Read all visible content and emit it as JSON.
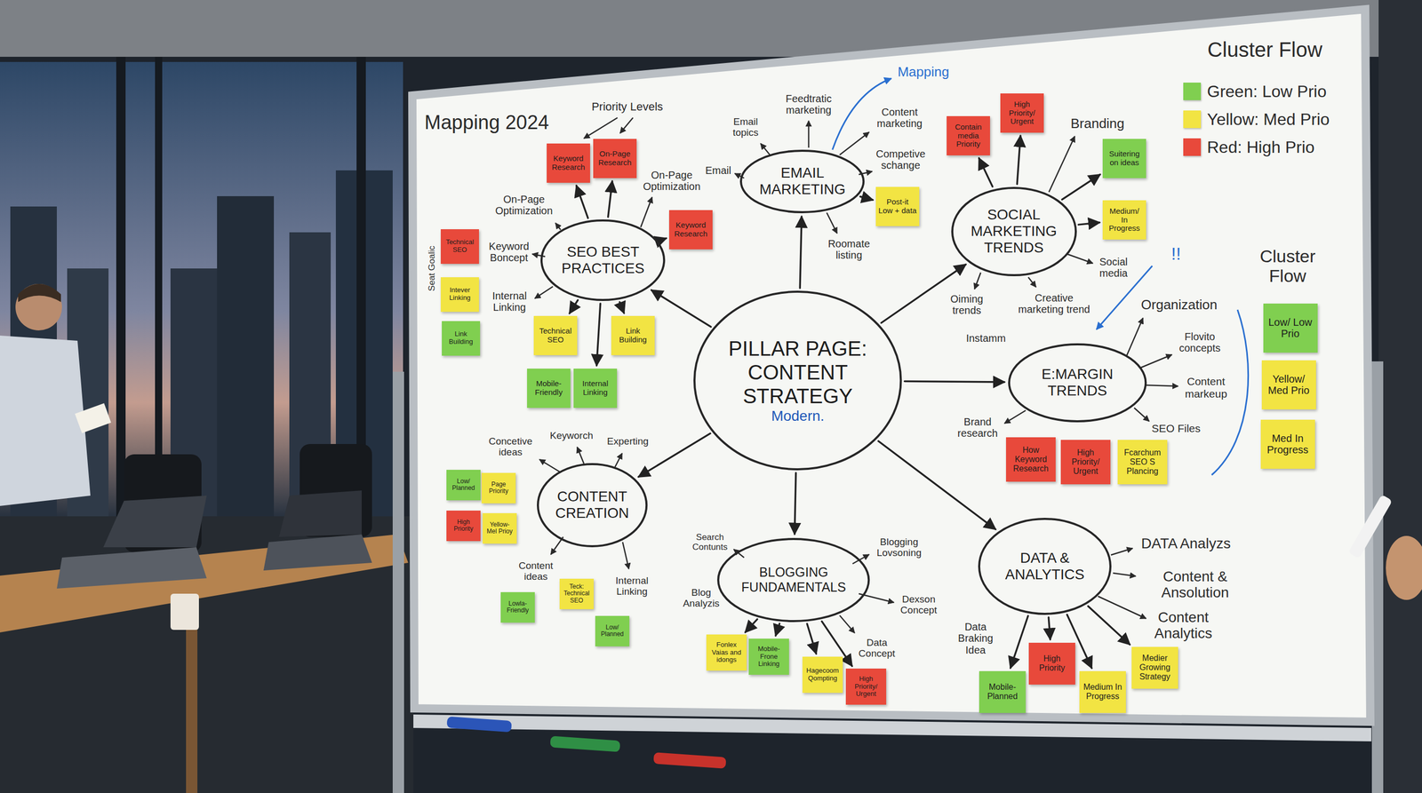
{
  "diagram": {
    "title": "Mapping 2024",
    "nodes": [
      {
        "text": [
          "PILLAR PAGE: CONTENT STRATEGY",
          "Modern."
        ]
      },
      {
        "text": [
          "SEO BEST PRACTICES"
        ]
      },
      {
        "text": [
          "EMAIL MARKETING"
        ]
      },
      {
        "text": [
          "SOCIAL MARKETING TRENDS"
        ]
      },
      {
        "text": [
          "E:MARGIN TRENDS"
        ]
      },
      {
        "text": [
          "CONTENT CREATION"
        ]
      },
      {
        "text": [
          "BLOGGING FUNDAMENTALS"
        ]
      },
      {
        "text": [
          "DATA & ANALYTICS"
        ]
      },
      {
        "text": [
          "Keyword Research"
        ]
      },
      {
        "text": [
          "On-Page Research"
        ]
      },
      {
        "text": [
          "Keyword Research"
        ]
      },
      {
        "text": [
          "Technical SEO"
        ]
      },
      {
        "text": [
          "Intever Linking"
        ]
      },
      {
        "text": [
          "Link Building"
        ]
      },
      {
        "text": [
          "Technical SEO"
        ]
      },
      {
        "text": [
          "Link Building"
        ]
      },
      {
        "text": [
          "Mobile-Friendly"
        ]
      },
      {
        "text": [
          "Internal Linking"
        ]
      },
      {
        "text": [
          "Post-it Low + data"
        ]
      },
      {
        "text": [
          "Contain media Priority"
        ]
      },
      {
        "text": [
          "High Priority/ Urgent"
        ]
      },
      {
        "text": [
          "Suitering on ideas"
        ]
      },
      {
        "text": [
          "Medium/ In Progress"
        ]
      },
      {
        "text": [
          "How Keyword Research"
        ]
      },
      {
        "text": [
          "High Priority/ Urgent"
        ]
      },
      {
        "text": [
          "Fcarchum SEO S Plancing"
        ]
      },
      {
        "text": [
          "Low/ Low Prio"
        ]
      },
      {
        "text": [
          "Yellow/ Med Prio"
        ]
      },
      {
        "text": [
          "Med In Progress"
        ]
      },
      {
        "text": [
          "Low/ Planned"
        ]
      },
      {
        "text": [
          "Page Priority"
        ]
      },
      {
        "text": [
          "High Priority"
        ]
      },
      {
        "text": [
          "Yellow-Mel Prioy"
        ]
      },
      {
        "text": [
          "Lowla-Friendly"
        ]
      },
      {
        "text": [
          "Teck: Technical SEO"
        ]
      },
      {
        "text": [
          "Low/ Planned"
        ]
      },
      {
        "text": [
          "Fonlex Vaias and idongs"
        ]
      },
      {
        "text": [
          "Mobile-Frone Linking"
        ]
      },
      {
        "text": [
          "Hagecoom Qompting"
        ]
      },
      {
        "text": [
          "High Priority/ Urgent"
        ]
      },
      {
        "text": [
          "High Priority"
        ]
      },
      {
        "text": [
          "Mobile-Planned"
        ]
      },
      {
        "text": [
          "Medium In Progress"
        ]
      },
      {
        "text": [
          "Medier Growing Strategy"
        ]
      }
    ],
    "edges": [
      {
        "from": 0,
        "to": 1,
        "arrow": "to"
      },
      {
        "from": 0,
        "to": 2,
        "arrow": "to"
      },
      {
        "from": 0,
        "to": 3,
        "arrow": "to"
      },
      {
        "from": 0,
        "to": 4,
        "arrow": "to"
      },
      {
        "from": 0,
        "to": 5,
        "arrow": "to"
      },
      {
        "from": 0,
        "to": 6,
        "arrow": "to"
      },
      {
        "from": 0,
        "to": 7,
        "arrow": "to"
      },
      {
        "from": 1,
        "to": 8,
        "arrow": "to"
      },
      {
        "from": 1,
        "to": 9,
        "arrow": "to"
      },
      {
        "from": 1,
        "to": 10,
        "arrow": "to"
      },
      {
        "from": 1,
        "to": 14,
        "arrow": "to"
      },
      {
        "from": 1,
        "to": 15,
        "arrow": "to"
      },
      {
        "from": 1,
        "to": 17,
        "arrow": "to"
      },
      {
        "from": 2,
        "to": 18,
        "arrow": "to"
      },
      {
        "from": 3,
        "to": 19,
        "arrow": "to"
      },
      {
        "from": 3,
        "to": 20,
        "arrow": "to"
      },
      {
        "from": 3,
        "to": 21,
        "arrow": "to"
      },
      {
        "from": 3,
        "to": 22,
        "arrow": "to"
      },
      {
        "from": 6,
        "to": 36,
        "arrow": "to"
      },
      {
        "from": 6,
        "to": 37,
        "arrow": "to"
      },
      {
        "from": 6,
        "to": 38,
        "arrow": "to"
      },
      {
        "from": 6,
        "to": 39,
        "arrow": "to"
      },
      {
        "from": 7,
        "to": 40,
        "arrow": "to"
      },
      {
        "from": 7,
        "to": 41,
        "arrow": "to"
      },
      {
        "from": 7,
        "to": 42,
        "arrow": "to"
      },
      {
        "from": 7,
        "to": 43,
        "arrow": "to"
      }
    ],
    "labels": [
      "Priority Levels",
      "On-Page Optimization",
      "Keyword Boncept",
      "Internal Linking",
      "Seat Goalic",
      "On-Page Optimization",
      "Email topics",
      "Feedtratic marketing",
      "Email",
      "Content marketing",
      "Competive schange",
      "Roomate listing",
      "Mapping",
      "Branding",
      "Social media",
      "Oiming trends",
      "Creative marketing trend",
      "!!",
      "Organization",
      "Instamm",
      "Flovito concepts",
      "Content markeup",
      "Brand research",
      "SEO Files",
      "Concetive ideas",
      "Keyworch",
      "Experting",
      "Content ideas",
      "Internal Linking",
      "Search Contunts",
      "Blogging Lovsoning",
      "Blog Analyzis",
      "Dexson Concept",
      "Data Concept",
      "DATA Analyzs",
      "Content & Ansolution",
      "Content Analytics",
      "Data Braking Idea",
      "Cluster Flow",
      "Cluster Flow"
    ],
    "legend": [
      {
        "text": "Green: Low Prio",
        "color": "#80cf50"
      },
      {
        "text": "Yellow: Med Prio",
        "color": "#f2e443"
      },
      {
        "text": "Red: High Prio",
        "color": "#e8493b"
      }
    ]
  }
}
